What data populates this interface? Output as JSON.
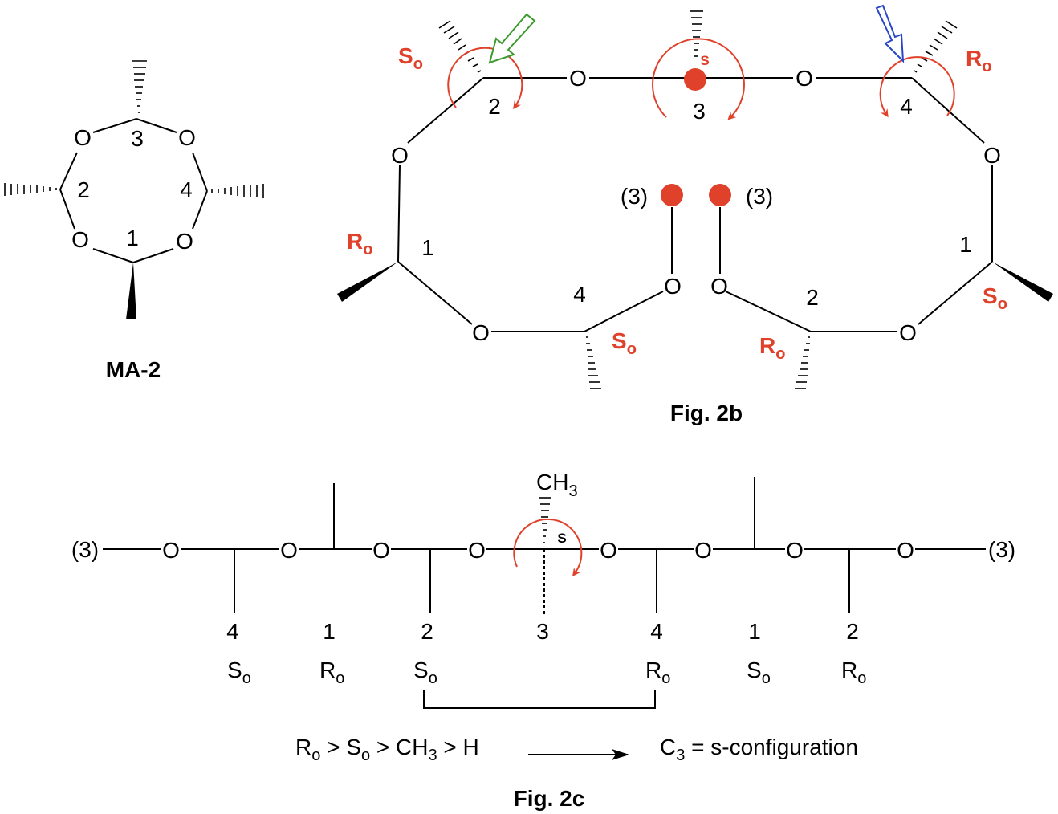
{
  "colors": {
    "black": "#000000",
    "red": "#e0412b",
    "green_arrow": "#3a9a2a",
    "blue_arrow": "#2747c8"
  },
  "ma2": {
    "title": "MA-2",
    "atom_o": "O",
    "n1": "1",
    "n2": "2",
    "n3": "3",
    "n4": "4"
  },
  "fig2b": {
    "caption": "Fig. 2b",
    "atom_o": "O",
    "n1": "1",
    "n2": "2",
    "n3": "3",
    "n4": "4",
    "S_base": "S",
    "R_base": "R",
    "o_sub": "o",
    "s_center": "S",
    "ref3": "(3)"
  },
  "fig2c": {
    "caption": "Fig. 2c",
    "atom_o": "O",
    "end_left": "(3)",
    "end_right": "(3)",
    "ch3_base": "CH",
    "ch3_sub": "3",
    "s_center": "S",
    "numbers": [
      "4",
      "1",
      "2",
      "3",
      "4",
      "1",
      "2"
    ],
    "configs": [
      {
        "base": "S",
        "sub": "o"
      },
      {
        "base": "R",
        "sub": "o"
      },
      {
        "base": "S",
        "sub": "o"
      },
      {
        "base": "R",
        "sub": "o"
      },
      {
        "base": "S",
        "sub": "o"
      },
      {
        "base": "R",
        "sub": "o"
      }
    ],
    "priority": {
      "r_base": "R",
      "r_sub": "o",
      "gt1": " > ",
      "s_base": "S",
      "s_sub": "o",
      "gt2": " > ",
      "ch_base": "CH",
      "ch_sub": "3",
      "gt3": " > H",
      "c_base": "C",
      "c_sub": "3",
      "result": " = s-configuration"
    }
  }
}
